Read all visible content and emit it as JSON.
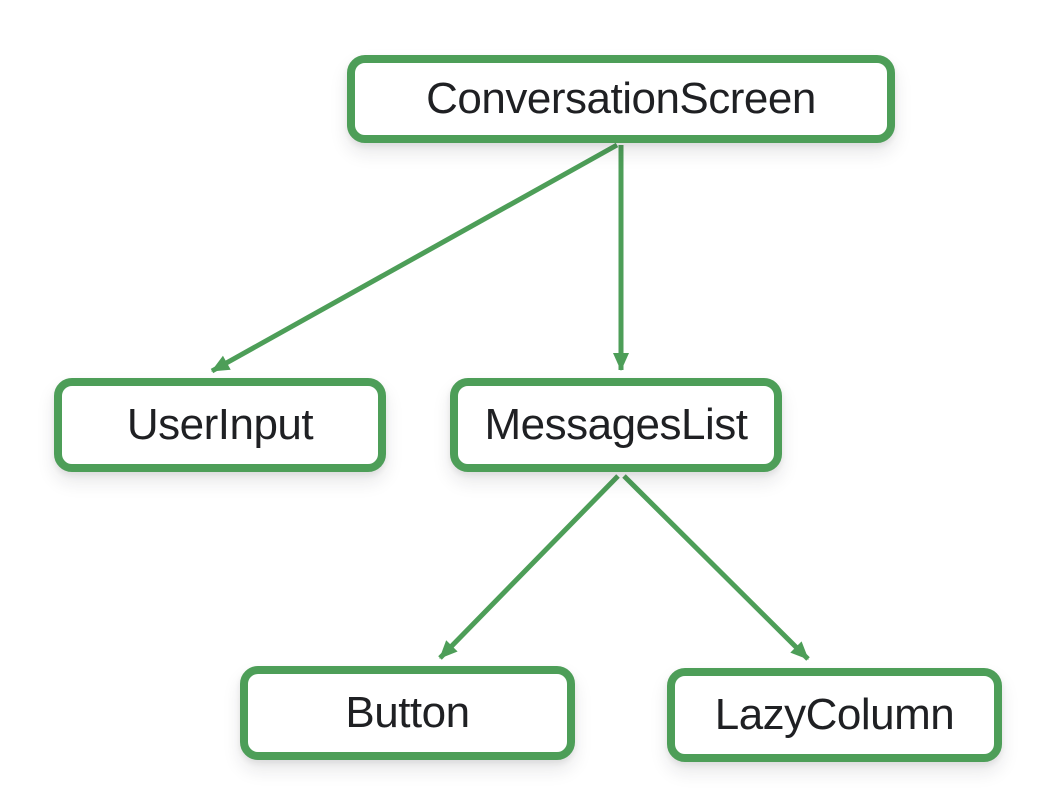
{
  "diagram": {
    "kind": "component-tree",
    "nodes": [
      {
        "id": "conversation-screen",
        "label": "ConversationScreen"
      },
      {
        "id": "user-input",
        "label": "UserInput"
      },
      {
        "id": "messages-list",
        "label": "MessagesList"
      },
      {
        "id": "button",
        "label": "Button"
      },
      {
        "id": "lazy-column",
        "label": "LazyColumn"
      }
    ],
    "edges": [
      {
        "from": "ConversationScreen",
        "to": "UserInput"
      },
      {
        "from": "ConversationScreen",
        "to": "MessagesList"
      },
      {
        "from": "MessagesList",
        "to": "Button"
      },
      {
        "from": "MessagesList",
        "to": "LazyColumn"
      }
    ],
    "colors": {
      "accent": "#4D9E58",
      "node_fill": "#FFFFFF",
      "text": "#1F2023",
      "background": "#FFFFFF"
    }
  }
}
